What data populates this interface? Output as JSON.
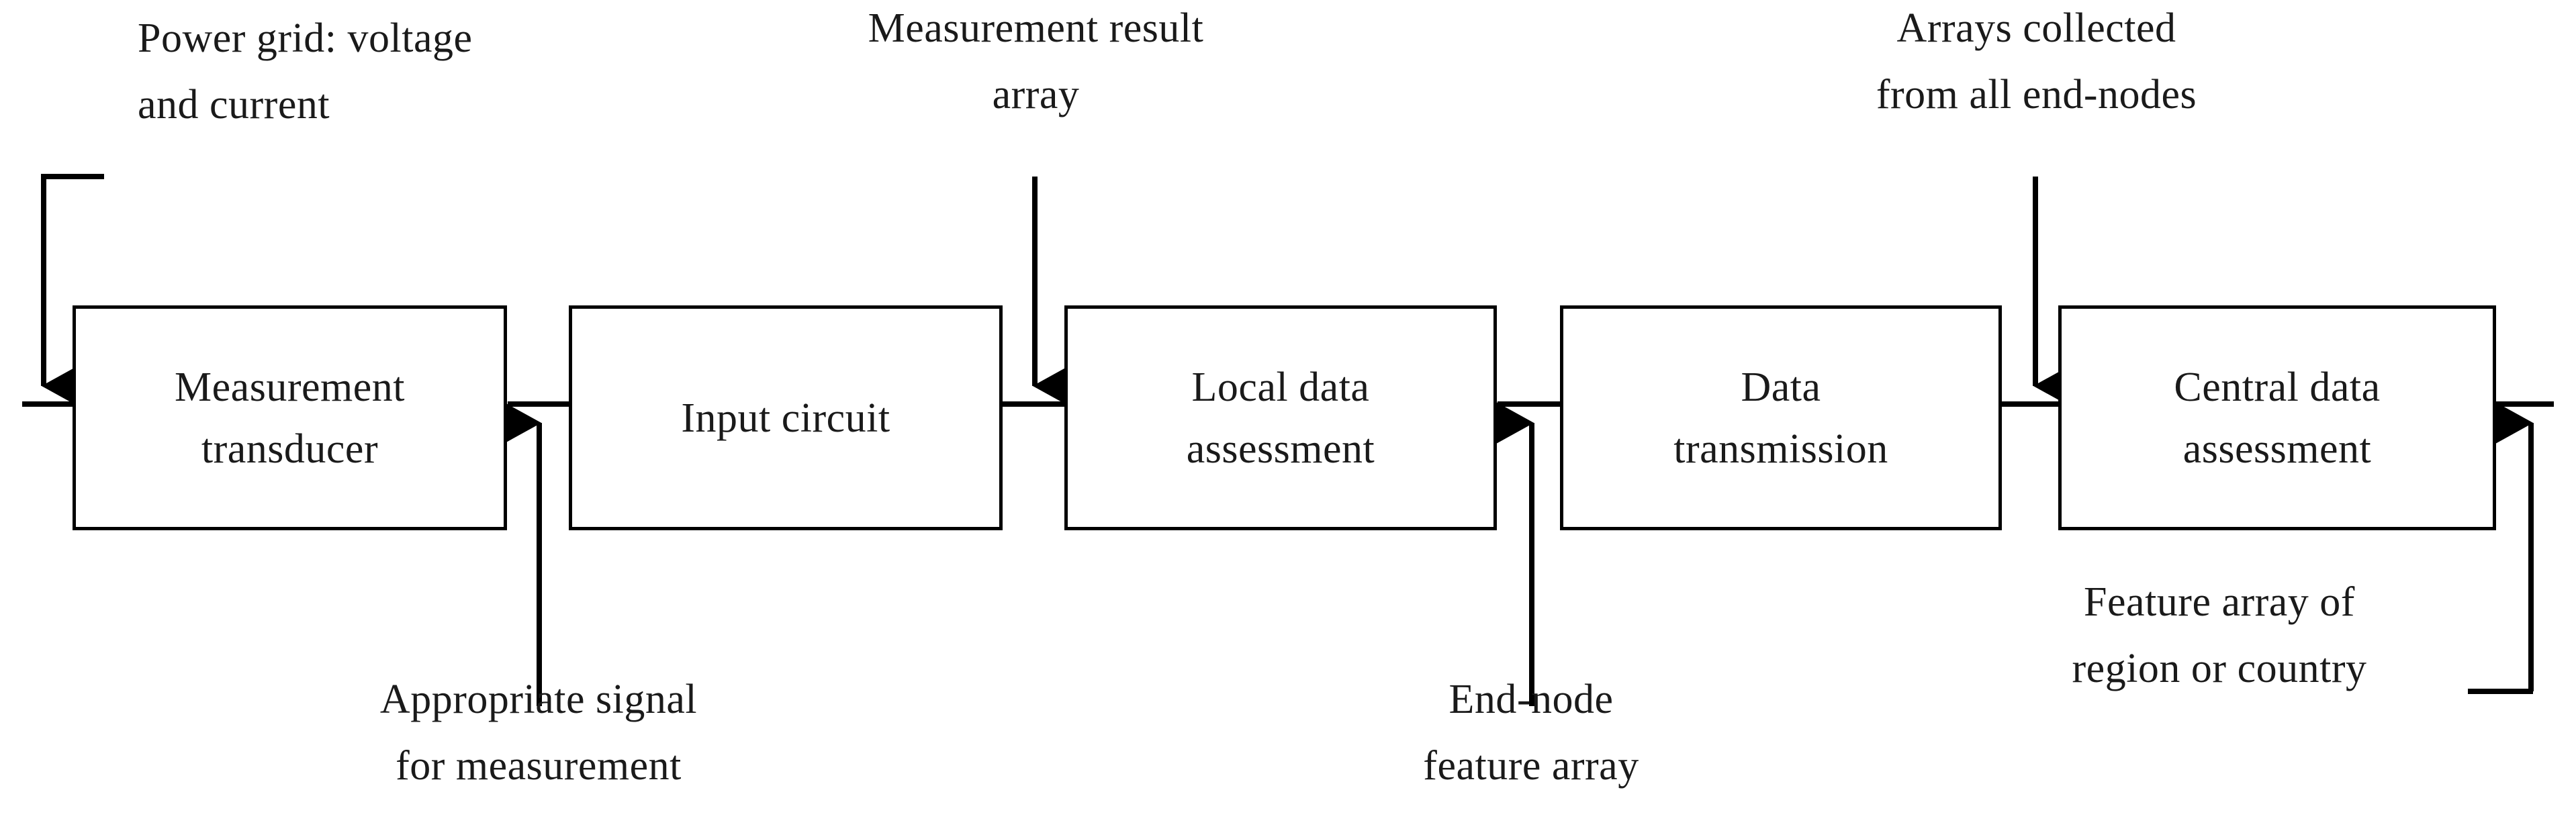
{
  "diagram": {
    "title": "Measurement and data assessment chain",
    "stroke_color": "#000000",
    "text_color": "#1a1a1a",
    "background": "#ffffff",
    "blocks": [
      {
        "id": "measurement-transducer",
        "line1": "Measurement",
        "line2": "transducer"
      },
      {
        "id": "input-circuit",
        "line1": "Input circuit",
        "line2": ""
      },
      {
        "id": "local-data-assessment",
        "line1": "Local data",
        "line2": "assessment"
      },
      {
        "id": "data-transmission",
        "line1": "Data",
        "line2": "transmission"
      },
      {
        "id": "central-data-assessment",
        "line1": "Central data",
        "line2": "assessment"
      }
    ],
    "annotations": [
      {
        "id": "power-grid",
        "position": "top-left",
        "line1": "Power grid: voltage",
        "line2": "and current"
      },
      {
        "id": "measurement-result-array",
        "position": "top",
        "line1": "Measurement result",
        "line2": "array"
      },
      {
        "id": "arrays-collected",
        "position": "top-right",
        "line1": "Arrays collected",
        "line2": "from all end-nodes"
      },
      {
        "id": "appropriate-signal",
        "position": "bottom-left",
        "line1": "Appropriate signal",
        "line2": "for measurement"
      },
      {
        "id": "end-node-feature-array",
        "position": "bottom",
        "line1": "End-node",
        "line2": "feature array"
      },
      {
        "id": "feature-array-region",
        "position": "bottom-right",
        "line1": "Feature array of",
        "line2": "region or country"
      }
    ]
  }
}
